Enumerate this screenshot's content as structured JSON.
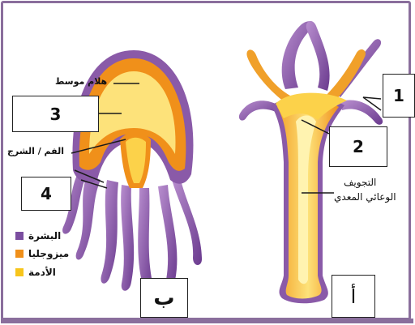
{
  "boxes": {
    "n1": "1",
    "n2": "2",
    "n3": "3",
    "n4": "4",
    "b": "ب",
    "a": "أ"
  },
  "labels": {
    "mesoglea_jelly": "هلام موسط",
    "mouth_anus": "الفم / الشرج",
    "gastrovascular_line1": "التجويف",
    "gastrovascular_line2": "الوعائي المعدي"
  },
  "legend": [
    {
      "label": "البشرة",
      "color": "#7b4ea0"
    },
    {
      "label": "ميزوجليا",
      "color": "#f0901a"
    },
    {
      "label": "الأدمة",
      "color": "#f7c51c"
    }
  ]
}
